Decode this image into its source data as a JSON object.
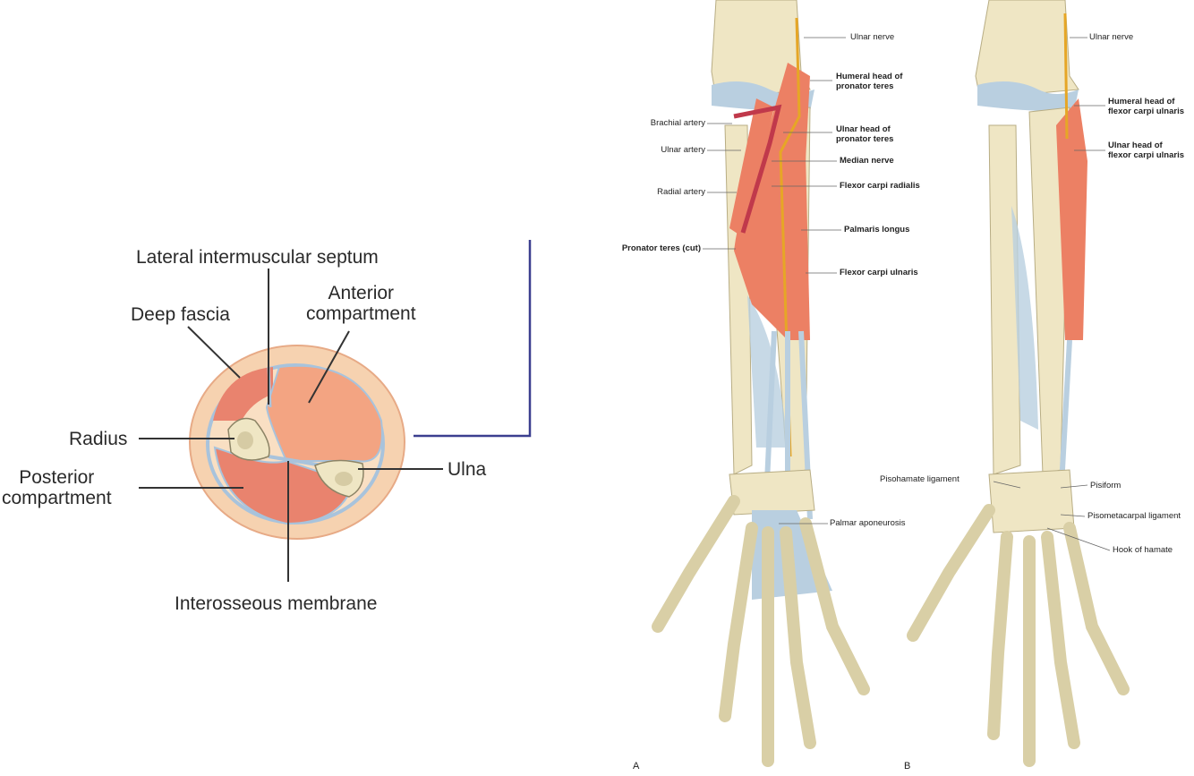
{
  "cross_section": {
    "labels": {
      "lateral_intermuscular_septum": "Lateral intermuscular septum",
      "deep_fascia": "Deep fascia",
      "anterior_compartment": "Anterior\ncompartment",
      "radius": "Radius",
      "posterior_compartment": "Posterior\ncompartment",
      "ulna": "Ulna",
      "interosseous_membrane": "Interosseous membrane"
    }
  },
  "panel_a": {
    "letter": "A",
    "labels": {
      "ulnar_nerve": "Ulnar nerve",
      "humeral_head_pronator_teres": "Humeral head of\npronator teres",
      "brachial_artery": "Brachial artery",
      "ulnar_head_pronator_teres": "Ulnar head of\npronator teres",
      "ulnar_artery": "Ulnar artery",
      "median_nerve": "Median nerve",
      "radial_artery": "Radial artery",
      "flexor_carpi_radialis": "Flexor carpi radialis",
      "palmaris_longus": "Palmaris longus",
      "pronator_teres_cut": "Pronator teres (cut)",
      "flexor_carpi_ulnaris": "Flexor carpi ulnaris",
      "palmar_aponeurosis": "Palmar aponeurosis"
    }
  },
  "panel_b": {
    "letter": "B",
    "labels": {
      "ulnar_nerve": "Ulnar nerve",
      "humeral_head_fcu": "Humeral head of\nflexor carpi ulnaris",
      "ulnar_head_fcu": "Ulnar head of\nflexor carpi ulnaris",
      "pisohamate_ligament": "Pisohamate ligament",
      "pisiform": "Pisiform",
      "pisometacarpal_ligament": "Pisometacarpal ligament",
      "hook_of_hamate": "Hook of hamate"
    }
  },
  "colors": {
    "muscle": "#ec8064",
    "bone": "#efe6c4",
    "ligament": "#b9cfe0",
    "nerve": "#e6a626",
    "skin": "#f3c9a4",
    "compartment_anterior": "#f3a482",
    "compartment_posterior": "#e9836e",
    "bracket": "#3b3f8f"
  }
}
